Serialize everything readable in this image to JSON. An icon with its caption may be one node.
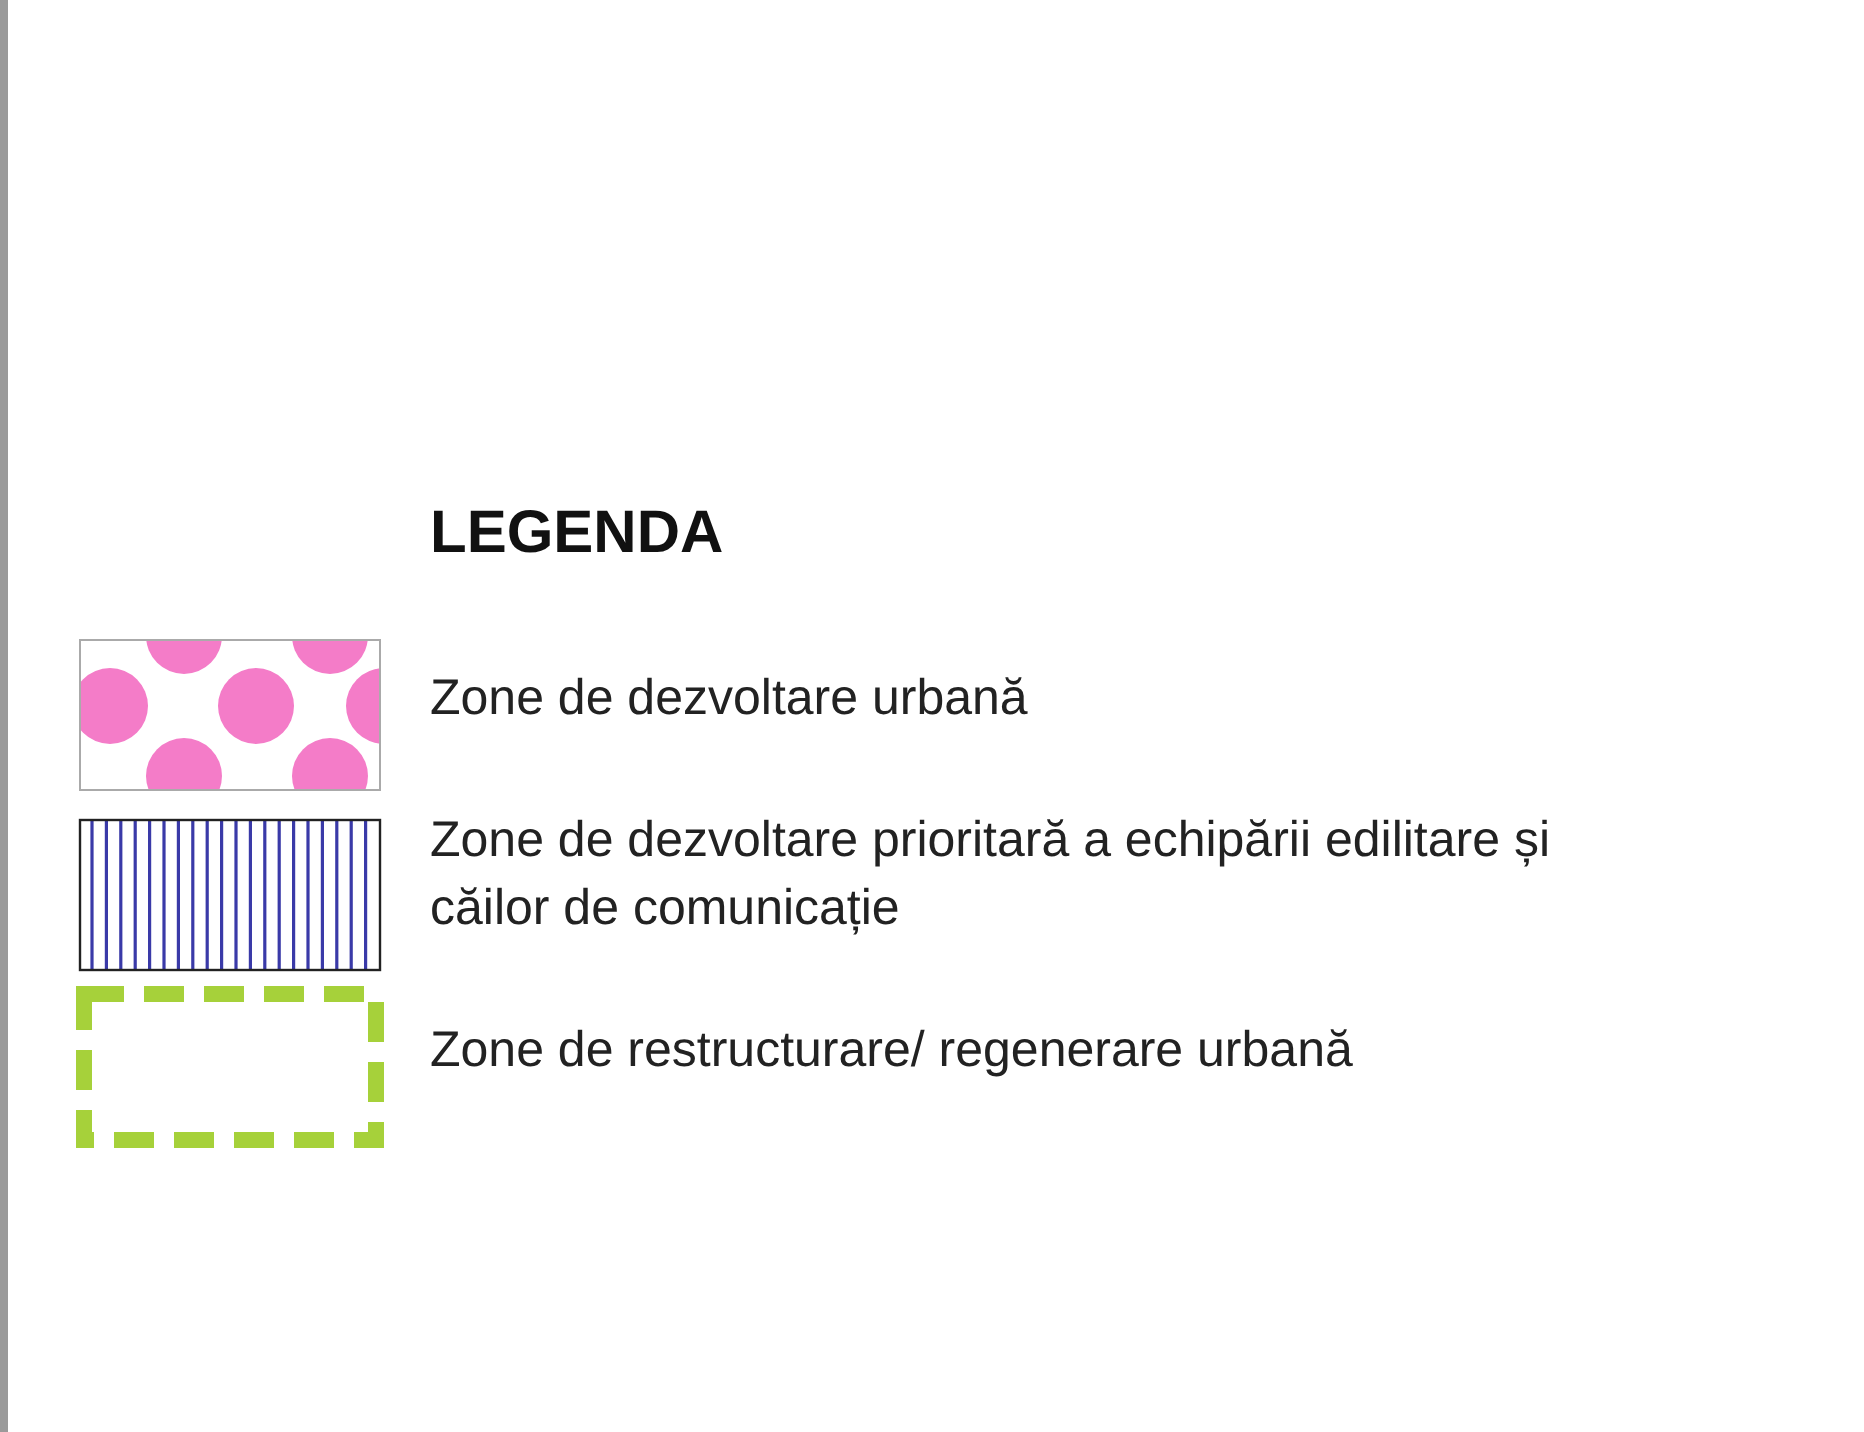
{
  "diagram": {
    "title": "LEGENDA",
    "legend": [
      {
        "text": "Zone de dezvoltare urbană"
      },
      {
        "text": "Zone de dezvoltare prioritară a echipării edilitare și căilor de comunicație"
      },
      {
        "text": "Zone de restructurare/ regenerare urbană"
      }
    ]
  }
}
